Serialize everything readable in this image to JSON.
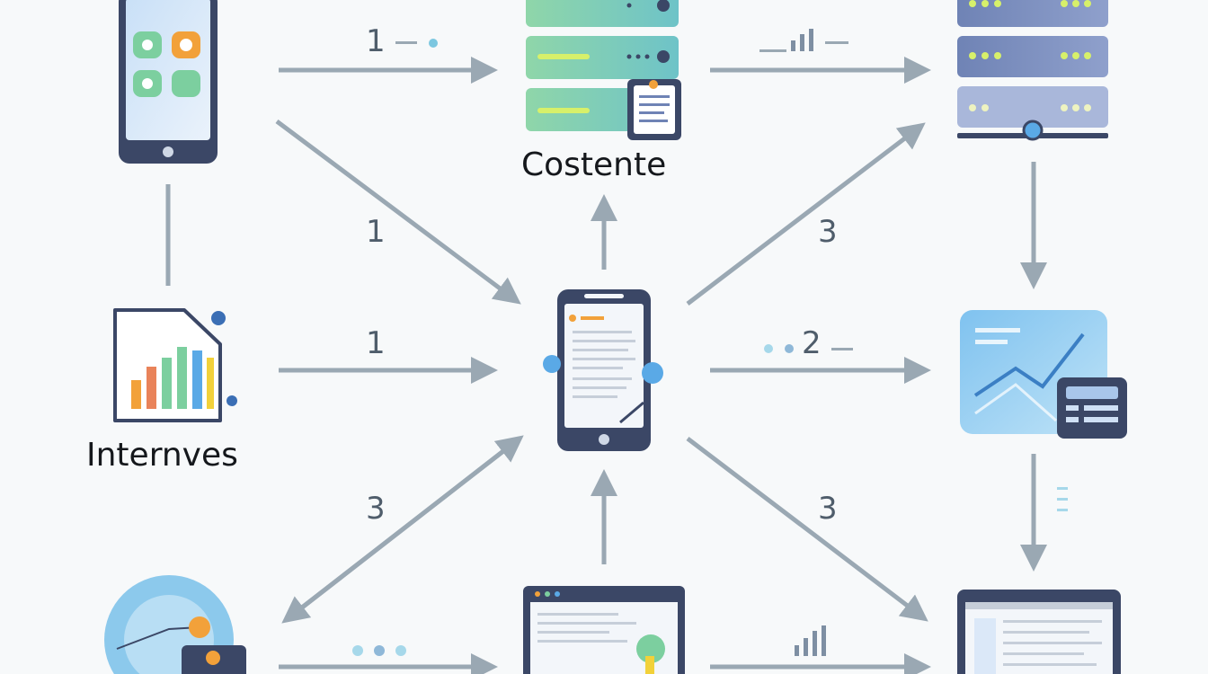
{
  "nodes": {
    "content_server": {
      "label": "Costente"
    },
    "analytics": {
      "label": "Internves"
    }
  },
  "edge_labels": {
    "phone_to_server": "1",
    "phone_to_hub": "1",
    "analytics_to_hub": "1",
    "hub_to_cloud": "3",
    "hub_to_dashboard": "2",
    "hub_to_globe": "3",
    "hub_to_laptop": "3"
  },
  "colors": {
    "arrow": "#9aa8b3",
    "device_frame": "#3b4766",
    "screen": "#dbe8f8",
    "server_green": "#7ccf9f",
    "server_blue": "#6f83b5",
    "accent_blue": "#5aa9e6",
    "accent_orange": "#f2a13a"
  }
}
